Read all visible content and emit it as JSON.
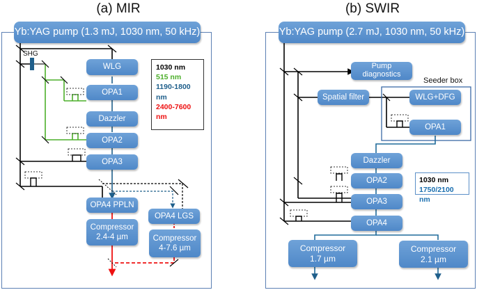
{
  "panels": {
    "mir": {
      "title": "(a) MIR",
      "pump": "Yb:YAG pump (1.3 mJ, 1030 nm, 50 kHz)",
      "shg_label": "SHG",
      "blocks": {
        "wlg": "WLG",
        "opa1": "OPA1",
        "dazzler": "Dazzler",
        "opa2": "OPA2",
        "opa3": "OPA3",
        "opa4_ppln": "OPA4 PPLN",
        "opa4_lgs": "OPA4 LGS",
        "comp_a": "Compressor\n2.4-4 µm",
        "comp_b": "Compressor\n4-7.6 µm"
      },
      "legend": [
        {
          "text": "1030 nm",
          "color": "#000000"
        },
        {
          "text": "515 nm",
          "color": "#4caf2a"
        },
        {
          "text": "1190-1800 nm",
          "color": "#1f5f8b"
        },
        {
          "text": "2400-7600 nm",
          "color": "#ee1111"
        }
      ]
    },
    "swir": {
      "title": "(b) SWIR",
      "pump": "Yb:YAG pump (2.7 mJ, 1030 nm, 50 kHz)",
      "seeder_label": "Seeder box",
      "blocks": {
        "pump_diag": "Pump\ndiagnostics",
        "spatial": "Spatial filter",
        "wlgdfg": "WLG+DFG",
        "opa1": "OPA1",
        "dazzler": "Dazzler",
        "opa2": "OPA2",
        "opa3": "OPA3",
        "opa4": "OPA4",
        "comp17": "Compressor\n1.7 µm",
        "comp21": "Compressor\n2.1 µm"
      },
      "legend": [
        {
          "text": "1030 nm",
          "color": "#000000"
        },
        {
          "text": "1750/2100 nm",
          "color": "#1a6fb0"
        }
      ]
    }
  },
  "colors": {
    "block": "#5b93d0",
    "frame": "#5b7fb3",
    "beam_1030": "#000000",
    "beam_515": "#4caf2a",
    "beam_signal": "#1f5f8b",
    "beam_mir": "#ee1111"
  }
}
